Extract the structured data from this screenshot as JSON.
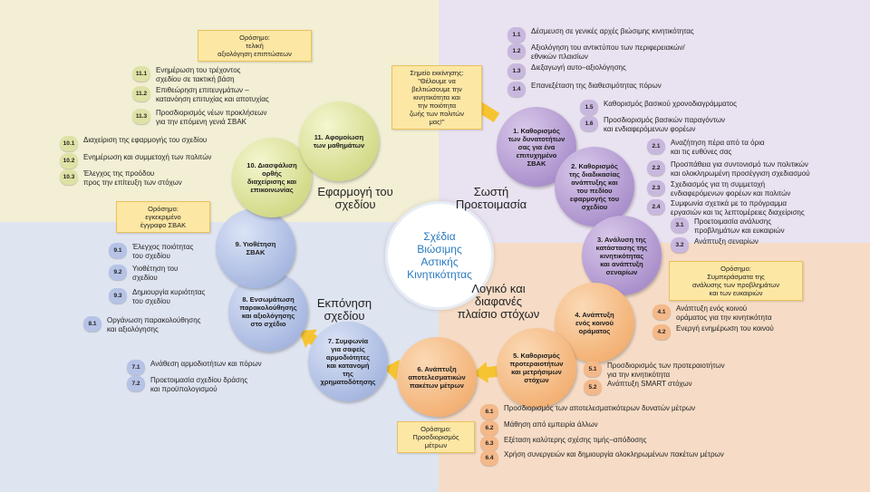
{
  "center": [
    "Σχέδια",
    "Βιώσιμης",
    "Αστικής",
    "Κινητικότητας"
  ],
  "phases": {
    "tr": [
      "Σωστή",
      "Προετοιμασία"
    ],
    "br": [
      "Λογικό και",
      "διαφανές",
      "πλαίσιο στόχων"
    ],
    "bl": [
      "Εκπόνηση",
      "σχεδίου"
    ],
    "tl": [
      "Εφαρμογή του",
      "σχεδίου"
    ]
  },
  "notes": {
    "start": [
      "Σημείο εκκίνησης:",
      "\"Θέλουμε να",
      "βελτιώσουμε την",
      "κινητικότητα και",
      "την ποιότητα",
      "ζωής των πολιτών",
      "μας!\""
    ],
    "final": [
      "Ορόσημο:",
      "τελική",
      "αξιολόγηση επιπτώσεων"
    ],
    "approved": [
      "Ορόσημο:",
      "εγκεκριμένο",
      "έγγραφο ΣΒΑΚ"
    ],
    "conclusions": [
      "Ορόσημο:",
      "Συμπεράσματα της",
      "ανάλυσης των προβλημάτων",
      "και των ευκαιριών"
    ],
    "measures": [
      "Ορόσημο:",
      "Προσδιορισμός",
      "μέτρων"
    ]
  },
  "steps": [
    {
      "id": "1",
      "label": [
        "1. Καθορισμός",
        "των δυνατοτήτων",
        "σας για ένα",
        "επιτυχημένο",
        "ΣΒΑΚ"
      ]
    },
    {
      "id": "2",
      "label": [
        "2. Καθορισμός",
        "της διαδικασίας",
        "ανάπτυξης και",
        "του πεδίου",
        "εφαρμογής του",
        "σχεδίου"
      ]
    },
    {
      "id": "3",
      "label": [
        "3. Ανάλυση της",
        "κατάστασης της",
        "κινητικότητας",
        "και ανάπτυξη",
        "σεναρίων"
      ]
    },
    {
      "id": "4",
      "label": [
        "4. Ανάπτυξη",
        "ενός κοινού",
        "οράματος"
      ]
    },
    {
      "id": "5",
      "label": [
        "5. Καθορισμός",
        "προτεραιοτήτων",
        "και μετρήσιμων",
        "στόχων"
      ]
    },
    {
      "id": "6",
      "label": [
        "6. Ανάπτυξη",
        "αποτελεσματικών",
        "πακέτων μέτρων"
      ]
    },
    {
      "id": "7",
      "label": [
        "7. Συμφωνία",
        "για σαφείς",
        "αρμοδιότητες",
        "και κατανομή",
        "της",
        "χρηματοδότησης"
      ]
    },
    {
      "id": "8",
      "label": [
        "8. Ενσωμάτωση",
        "παρακολούθησης",
        "και αξιολόγησης",
        "στο σχέδιο"
      ]
    },
    {
      "id": "9",
      "label": [
        "9. Υιοθέτηση",
        "ΣΒΑΚ"
      ]
    },
    {
      "id": "10",
      "label": [
        "10. Διασφάλιση",
        "ορθής",
        "διαχείρισης και",
        "επικοινωνίας"
      ]
    },
    {
      "id": "11",
      "label": [
        "11. Αφομοίωση",
        "των μαθημάτων"
      ]
    }
  ],
  "activities": {
    "s1": [
      {
        "n": "1.1",
        "t": [
          "Δέσμευση σε γενικές αρχές βιώσιμης κινητικότητας"
        ]
      },
      {
        "n": "1.2",
        "t": [
          "Αξιολόγηση του αντικτύπου των περιφερειακών/",
          "εθνικών πλαισίων"
        ]
      },
      {
        "n": "1.3",
        "t": [
          "Διεξαγωγή αυτο–αξιολόγησης"
        ]
      },
      {
        "n": "1.4",
        "t": [
          "Επανεξέταση της διαθεσιμότητας πόρων"
        ]
      },
      {
        "n": "1.5",
        "t": [
          "Καθορισμός βασικού χρονοδιαγράμματος"
        ]
      },
      {
        "n": "1.6",
        "t": [
          "Προσδιορισμός βασικών παραγόντων",
          "και ενδιαφερόμενων φορέων"
        ]
      }
    ],
    "s2": [
      {
        "n": "2.1",
        "t": [
          "Αναζήτηση πέρα από τα όρια",
          "και τις ευθύνες σας"
        ]
      },
      {
        "n": "2.2",
        "t": [
          "Προσπάθεια για συντονισμό των πολιτικών",
          "και ολοκληρωμένη προσέγγιση σχεδιασμού"
        ]
      },
      {
        "n": "2.3",
        "t": [
          "Σχεδιασμός για τη συμμετοχή",
          "ενδιαφερόμενων φορέων και πολιτών"
        ]
      },
      {
        "n": "2.4",
        "t": [
          "Συμφωνία σχετικά με το πρόγραμμα",
          "εργασιών και τις λεπτομέρειες διαχείρισης"
        ]
      }
    ],
    "s3": [
      {
        "n": "3.1",
        "t": [
          "Προετοιμασία ανάλυσης",
          "προβλημάτων και ευκαιριών"
        ]
      },
      {
        "n": "3.2",
        "t": [
          "Ανάπτυξη σεναρίων"
        ]
      }
    ],
    "s4": [
      {
        "n": "4.1",
        "t": [
          "Ανάπτυξη ενός κοινού",
          "οράματος για την κινητικότητα"
        ]
      },
      {
        "n": "4.2",
        "t": [
          "Ενεργή ενημέρωση του κοινού"
        ]
      }
    ],
    "s5": [
      {
        "n": "5.1",
        "t": [
          "Προσδιορισμός των προτεραιοτήτων",
          "για την κινητικότητα"
        ]
      },
      {
        "n": "5.2",
        "t": [
          "Ανάπτυξη SMART στόχων"
        ]
      }
    ],
    "s6": [
      {
        "n": "6.1",
        "t": [
          "Προσδιορισμός των αποτελεσματικότερων δυνατών μέτρων"
        ]
      },
      {
        "n": "6.2",
        "t": [
          "Μάθηση από εμπειρία άλλων"
        ]
      },
      {
        "n": "6.3",
        "t": [
          "Εξέταση καλύτερης σχέσης τιμής–απόδοσης"
        ]
      },
      {
        "n": "6.4",
        "t": [
          "Χρήση συνεργειών και δημιουργία ολοκληρωμένων πακέτων μέτρων"
        ]
      }
    ],
    "s7": [
      {
        "n": "7.1",
        "t": [
          "Ανάθεση αρμοδιοτήτων και πόρων"
        ]
      },
      {
        "n": "7.2",
        "t": [
          "Προετοιμασία σχεδίου δράσης",
          "και προϋπολογισμού"
        ]
      }
    ],
    "s8": [
      {
        "n": "8.1",
        "t": [
          "Οργάνωση παρακολούθησης",
          "και αξιολόγησης"
        ]
      }
    ],
    "s9": [
      {
        "n": "9.1",
        "t": [
          "Έλεγχος ποιότητας",
          "του σχεδίου"
        ]
      },
      {
        "n": "9.2",
        "t": [
          "Υιοθέτηση του",
          "σχεδίου"
        ]
      },
      {
        "n": "9.3",
        "t": [
          "Δημιουργία κυριότητας",
          "του σχεδίου"
        ]
      }
    ],
    "s10": [
      {
        "n": "10.1",
        "t": [
          "Διαχείριση της εφαρμογής του σχεδίου"
        ]
      },
      {
        "n": "10.2",
        "t": [
          "Ενημέρωση και συμμετοχή των πολιτών"
        ]
      },
      {
        "n": "10.3",
        "t": [
          "Έλεγχος της προόδου",
          "προς την επίτευξη των στόχων"
        ]
      }
    ],
    "s11": [
      {
        "n": "11.1",
        "t": [
          "Ενημέρωση του τρέχοντος",
          "σχεδίου σε τακτική βάση"
        ]
      },
      {
        "n": "11.2",
        "t": [
          "Επιθεώρηση επιτευγμάτων –",
          "κατανόηση επιτυχίας και αποτυχίας"
        ]
      },
      {
        "n": "11.3",
        "t": [
          "Προσδιορισμός νέων προκλήσεων",
          "για την επόμενη γενιά ΣΒΑΚ"
        ]
      }
    ]
  },
  "colors": {
    "purple": "#9a7cc1",
    "orange": "#f0a35e",
    "blue": "#93a7d8",
    "green": "#c7cf6e",
    "arrow": "#f6c431",
    "center_text": "#2a7bbf"
  }
}
